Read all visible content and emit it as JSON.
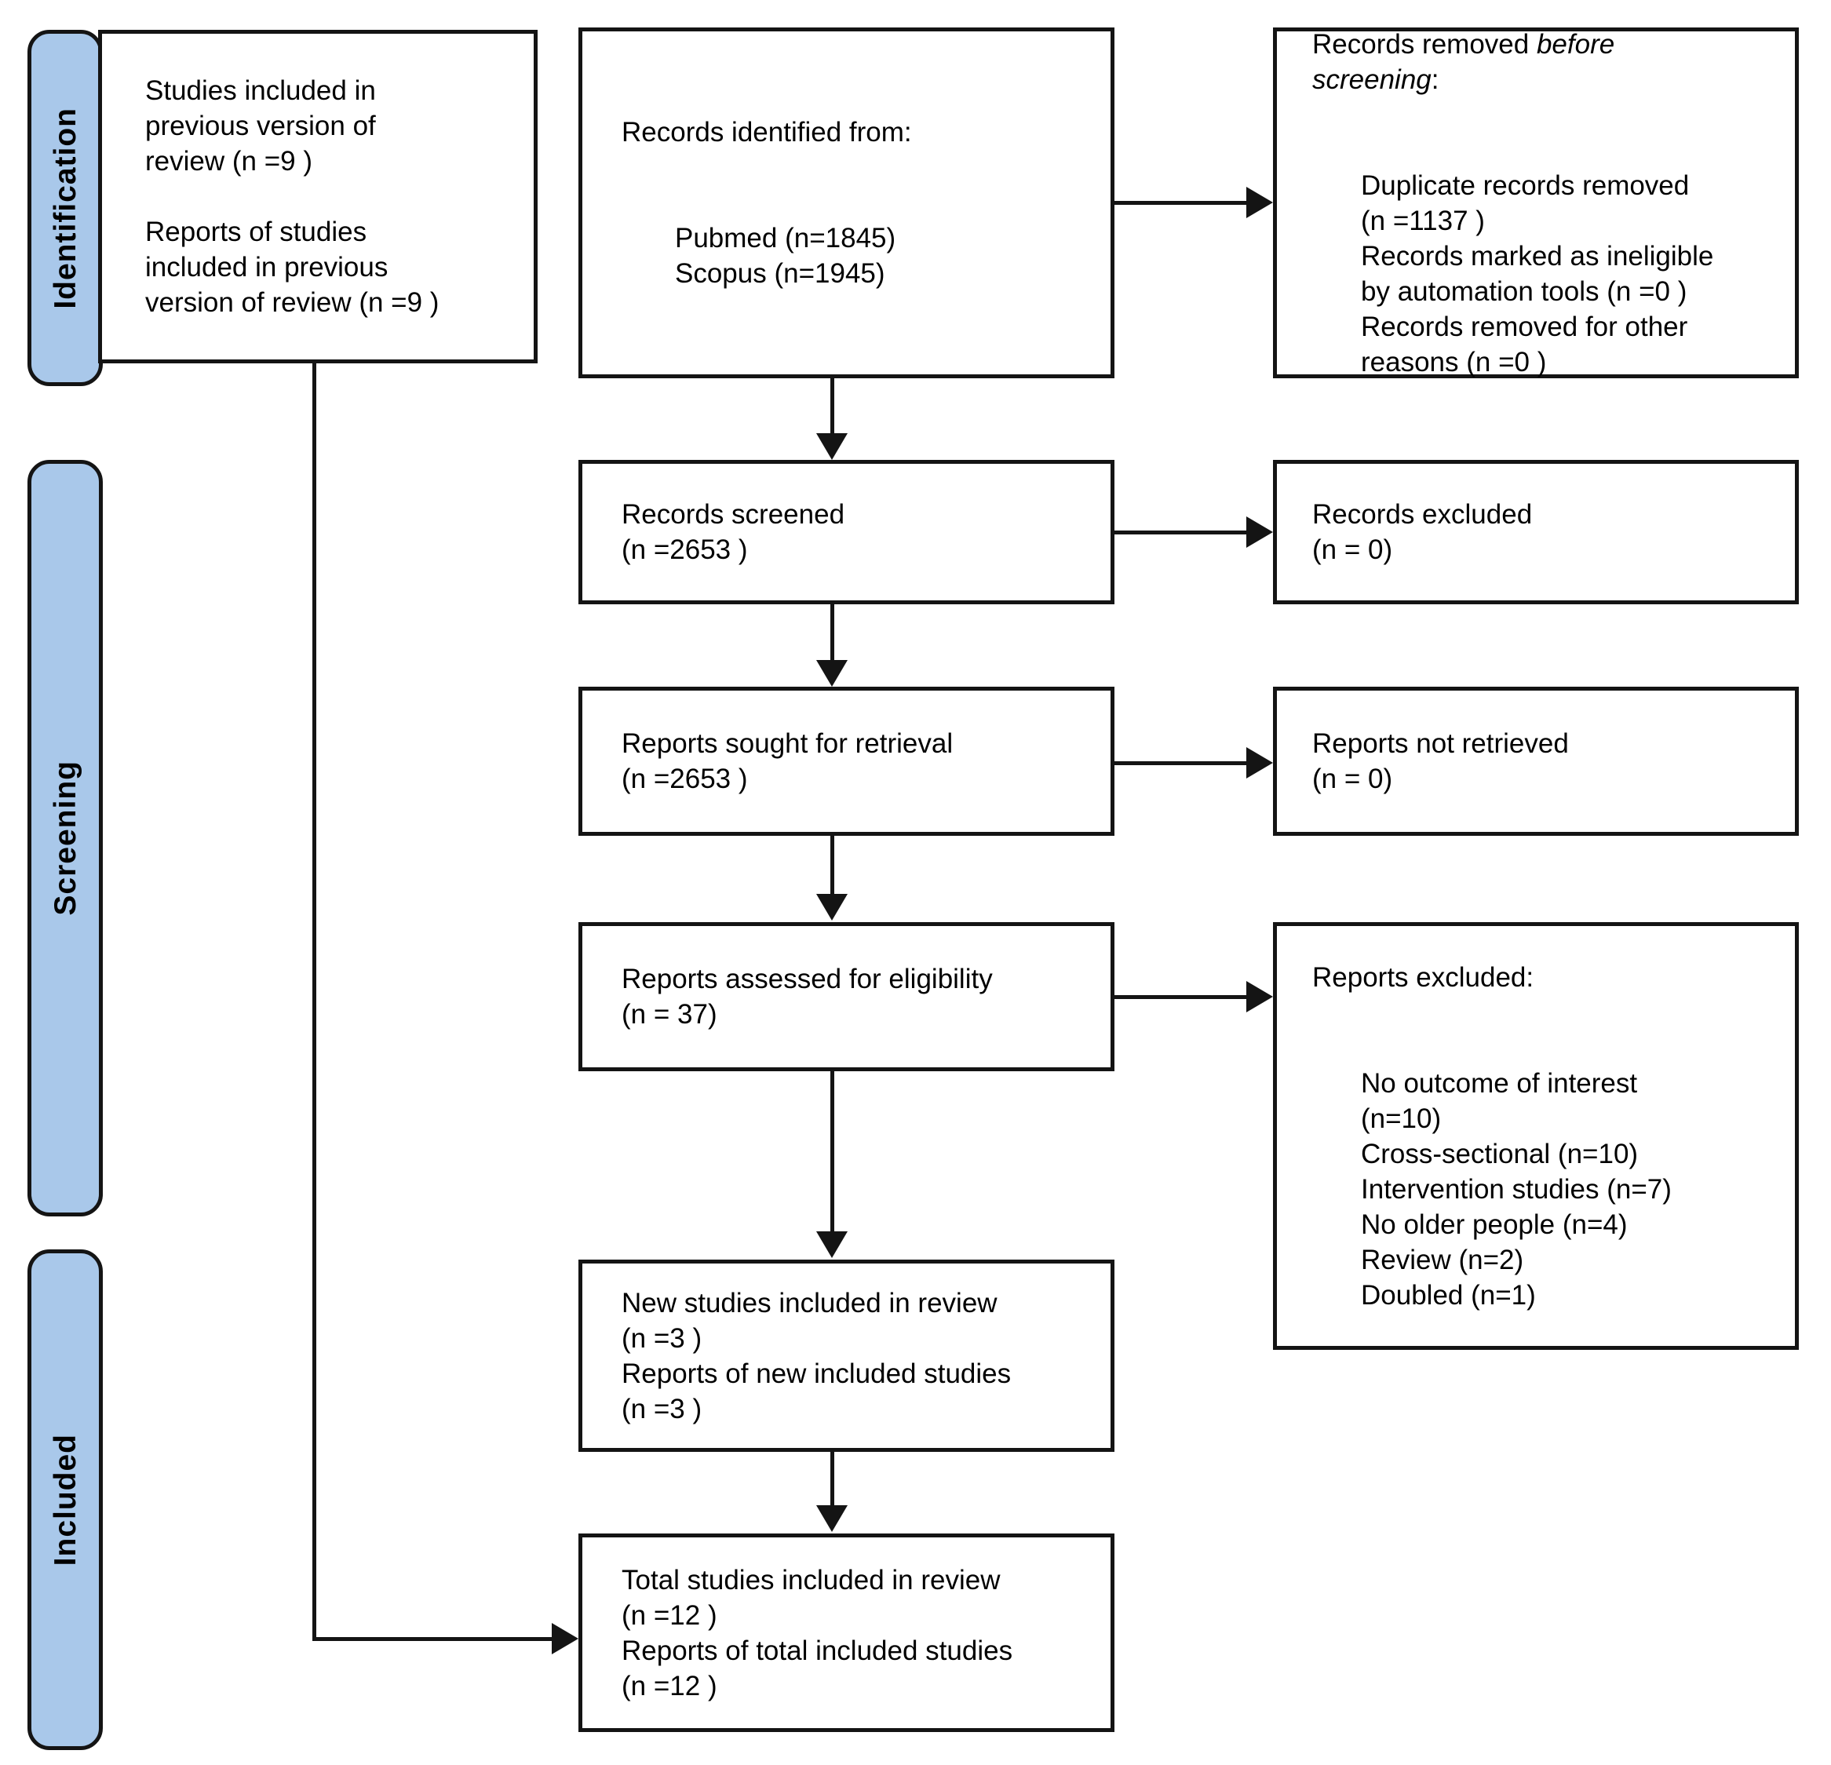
{
  "sidebar": {
    "identification": "Identification",
    "screening": "Screening",
    "included": "Included"
  },
  "boxes": {
    "previous_studies": "Studies included in\nprevious version of\nreview (n =9 )\n\nReports of studies\nincluded in previous\nversion of review (n =9 )",
    "records_identified": {
      "title": "Records identified from:",
      "items": "Pubmed (n=1845)\nScopus (n=1945)"
    },
    "records_removed": {
      "prefix": "Records removed ",
      "italic": "before\nscreening",
      "suffix": ":",
      "items": "Duplicate records removed\n(n =1137 )\nRecords marked as ineligible\nby automation tools (n =0 )\nRecords removed for other\nreasons (n =0 )"
    },
    "records_screened": "Records screened\n(n =2653 )",
    "records_excluded": "Records excluded\n(n = 0)",
    "reports_sought": "Reports sought for retrieval\n(n =2653 )",
    "reports_not_retrieved": "Reports not retrieved\n(n = 0)",
    "reports_assessed": "Reports assessed for eligibility\n(n = 37)",
    "reports_excluded": {
      "title": "Reports excluded:",
      "items": "No outcome of interest\n(n=10)\nCross-sectional (n=10)\nIntervention studies (n=7)\nNo older people (n=4)\nReview (n=2)\nDoubled (n=1)"
    },
    "new_studies": "New studies included in review\n(n =3 )\nReports of new included studies\n(n =3 )",
    "total_studies": "Total studies included in review\n(n =12 )\nReports of total included studies\n(n =12 )"
  },
  "colors": {
    "ribbon_fill": "#a9c8ea",
    "line": "#141414"
  }
}
